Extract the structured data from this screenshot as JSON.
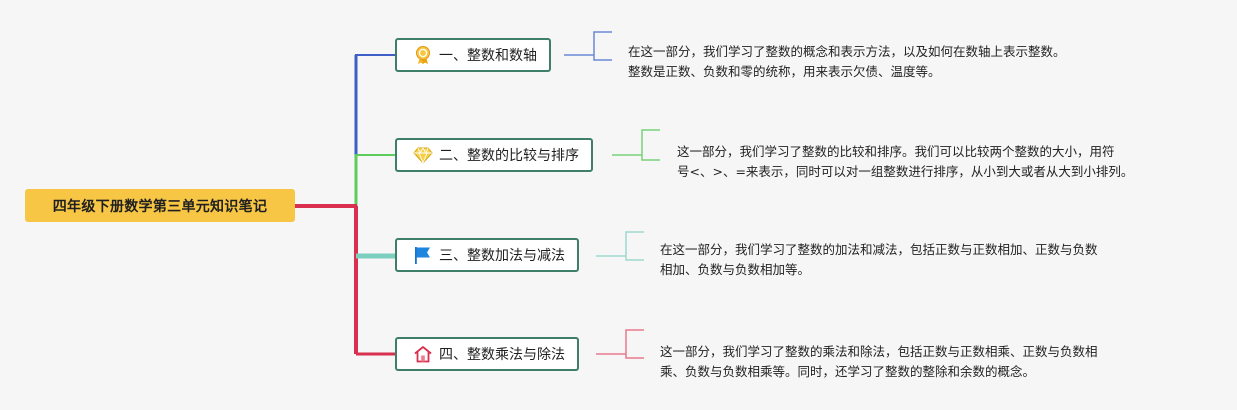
{
  "mindmap": {
    "root": {
      "label": "四年级下册数学第三单元知识笔记"
    },
    "branches": [
      {
        "label": "一、整数和数轴",
        "icon": "award-medal-icon",
        "color": "#3f5fc8",
        "note": "在这一部分，我们学习了整数的概念和表示方法，以及如何在数轴上表示整数。\n整数是正数、负数和零的统称，用来表示欠债、温度等。"
      },
      {
        "label": "二、整数的比较与排序",
        "icon": "diamond-icon",
        "color": "#5ccc5c",
        "note": "这一部分，我们学习了整数的比较和排序。我们可以比较两个整数的大小，用符\n号<、>、=来表示，同时可以对一组整数进行排序，从小到大或者从大到小排列。"
      },
      {
        "label": "三、整数加法与减法",
        "icon": "flag-icon",
        "color": "#7ccfc0",
        "note": "在这一部分，我们学习了整数的加法和减法，包括正数与正数相加、正数与负数\n相加、负数与负数相加等。"
      },
      {
        "label": "四、整数乘法与除法",
        "icon": "house-icon",
        "color": "#d9304f",
        "note": "这一部分，我们学习了整数的乘法和除法，包括正数与正数相乘、正数与负数相\n乘、负数与负数相乘等。同时，还学习了整数的整除和余数的概念。"
      }
    ]
  }
}
